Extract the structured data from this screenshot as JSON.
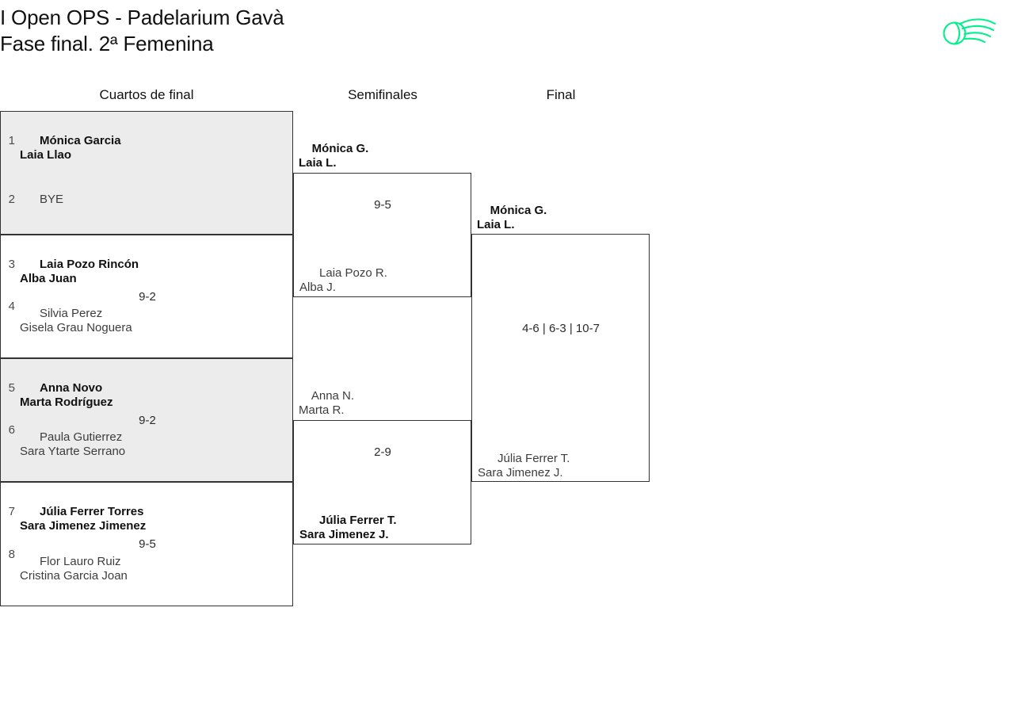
{
  "header": {
    "title_line1": "I Open OPS - Padelarium Gavà",
    "title_line2": "Fase final. 2ª Femenina",
    "logo_name": "padel-ball-swoosh-logo",
    "logo_color": "#00f08c"
  },
  "rounds": [
    {
      "id": "qf",
      "label": "Cuartos de final"
    },
    {
      "id": "sf",
      "label": "Semifinales"
    },
    {
      "id": "f",
      "label": "Final"
    }
  ],
  "quarterfinals": [
    {
      "top": {
        "seed": "1",
        "line1": "Mónica Garcia",
        "line2": "Laia Llao",
        "winner": true
      },
      "bottom": {
        "seed": "2",
        "line1": "BYE",
        "line2": "",
        "winner": false
      },
      "score": ""
    },
    {
      "top": {
        "seed": "3",
        "line1": "Laia Pozo Rincón",
        "line2": "Alba Juan",
        "winner": true
      },
      "bottom": {
        "seed": "4",
        "line1": "Silvia Perez",
        "line2": "Gisela Grau Noguera",
        "winner": false
      },
      "score": "9-2"
    },
    {
      "top": {
        "seed": "5",
        "line1": "Anna Novo",
        "line2": "Marta Rodríguez",
        "winner": true
      },
      "bottom": {
        "seed": "6",
        "line1": "Paula Gutierrez",
        "line2": "Sara Ytarte Serrano",
        "winner": false
      },
      "score": "9-2"
    },
    {
      "top": {
        "seed": "7",
        "line1": "Júlia Ferrer Torres",
        "line2": "Sara Jimenez Jimenez",
        "winner": true
      },
      "bottom": {
        "seed": "8",
        "line1": "Flor Lauro Ruiz",
        "line2": "Cristina Garcia Joan",
        "winner": false
      },
      "score": "9-5"
    }
  ],
  "semifinals": [
    {
      "top": {
        "line1": "Mónica G.",
        "line2": "Laia L.",
        "winner": true
      },
      "bottom": {
        "line1": "Laia Pozo R.",
        "line2": "Alba J.",
        "winner": false
      },
      "score": "9-5"
    },
    {
      "top": {
        "line1": "Anna N.",
        "line2": "Marta R.",
        "winner": false
      },
      "bottom": {
        "line1": "Júlia Ferrer T.",
        "line2": "Sara Jimenez J.",
        "winner": true
      },
      "score": "2-9"
    }
  ],
  "final": {
    "top": {
      "line1": "Mónica G.",
      "line2": "Laia L.",
      "winner": true
    },
    "bottom": {
      "line1": "Júlia Ferrer T.",
      "line2": "Sara Jimenez J.",
      "winner": false
    },
    "score": "4-6 | 6-3 | 10-7"
  }
}
